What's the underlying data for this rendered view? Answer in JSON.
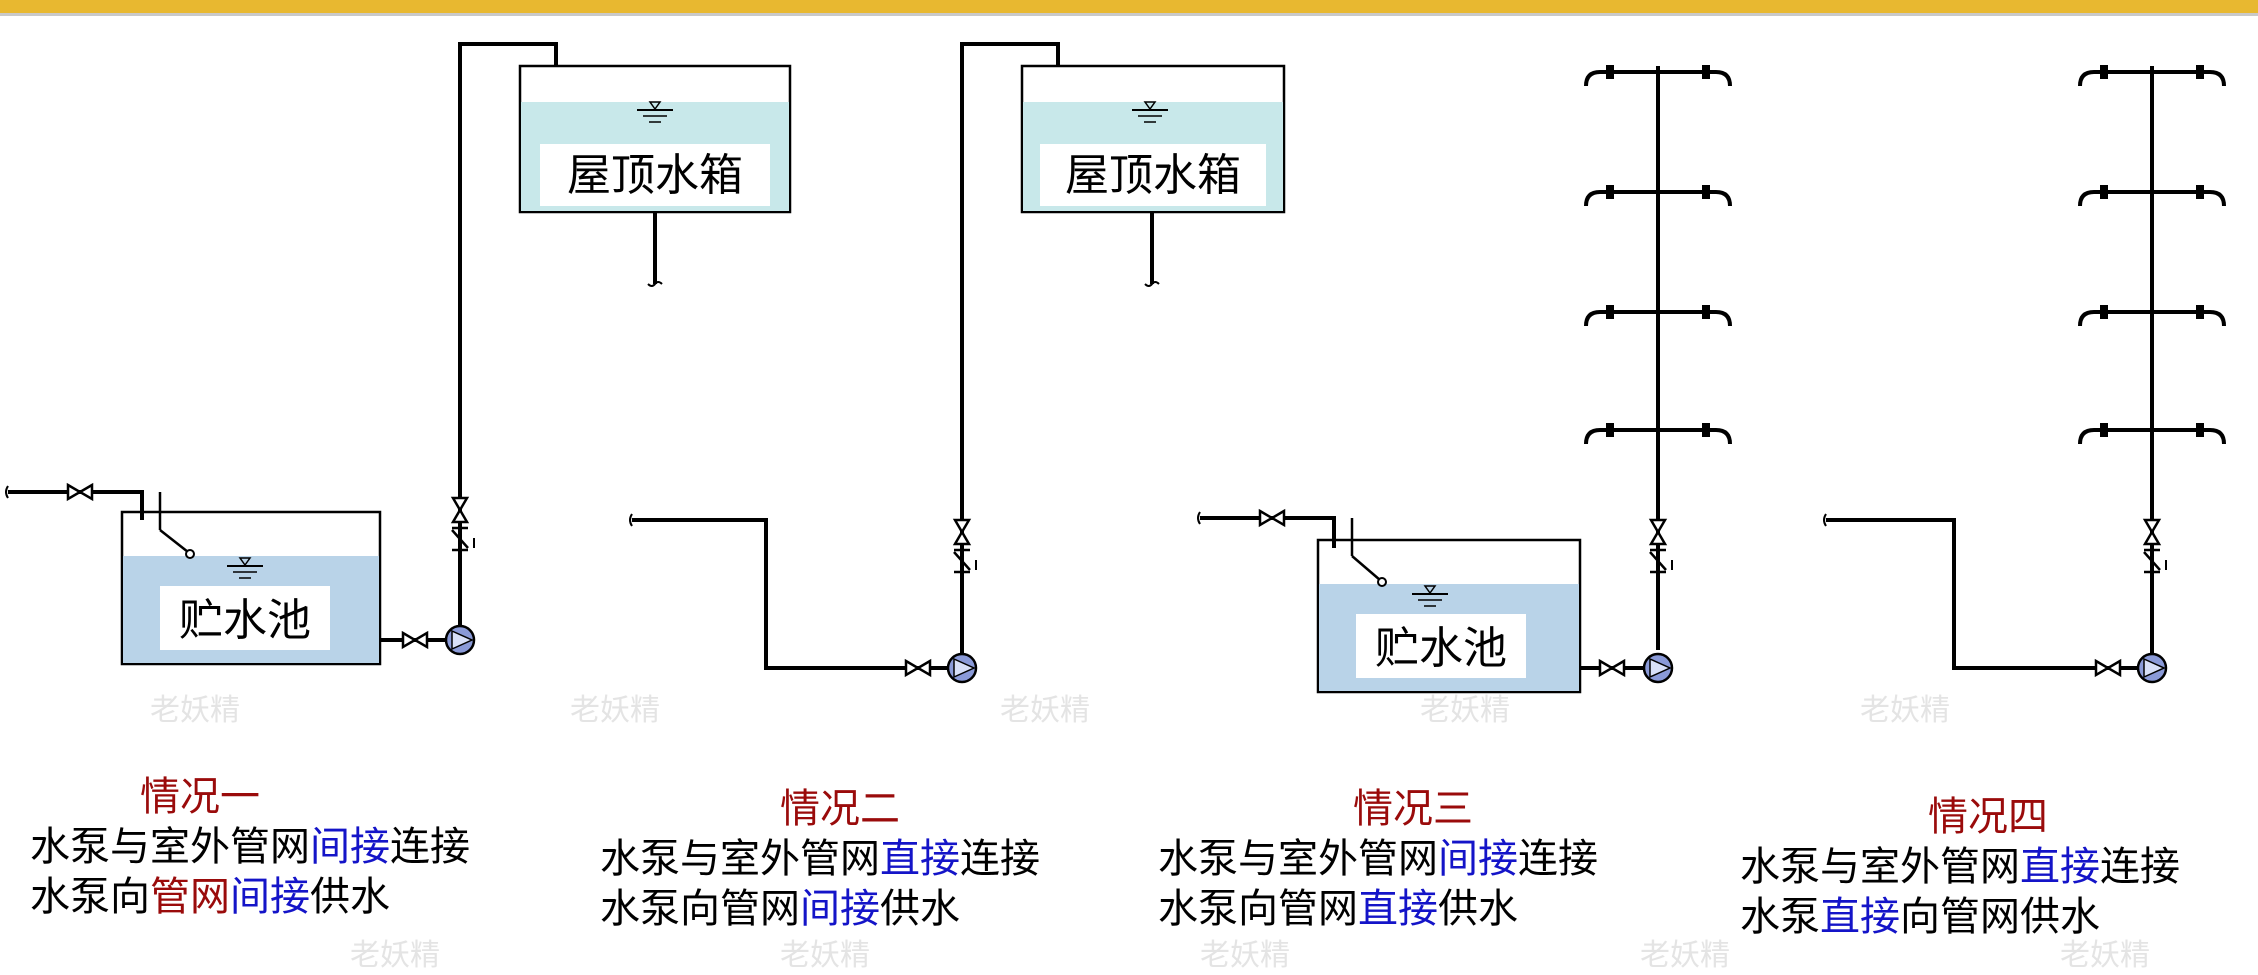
{
  "labels": {
    "roof_tank": "屋顶水箱",
    "storage_pool": "贮水池"
  },
  "watermark": "老妖精",
  "cases": [
    {
      "title": "情况一",
      "line1": [
        "水泵与室外管网",
        "间接",
        "连接"
      ],
      "line2": [
        "水泵向",
        "管网",
        "间接",
        "供水"
      ]
    },
    {
      "title": "情况二",
      "line1": [
        "水泵与室外管网",
        "直接",
        "连接"
      ],
      "line2": [
        "水泵向管网",
        "间接",
        "供水"
      ]
    },
    {
      "title": "情况三",
      "line1": [
        "水泵与室外管网",
        "间接",
        "连接"
      ],
      "line2": [
        "水泵向管网",
        "直接",
        "供水"
      ]
    },
    {
      "title": "情况四",
      "line1": [
        "水泵与室外管网",
        "直接",
        "连接"
      ],
      "line2": [
        "水泵",
        "直接",
        "向管网供水"
      ]
    }
  ],
  "colors": {
    "accent_red": "#9a0b0b",
    "accent_blue": "#1414c8",
    "tank_water": "#c8e8ea",
    "pool_water": "#b9d3e8",
    "pump_fill": "#8a9ad8"
  }
}
